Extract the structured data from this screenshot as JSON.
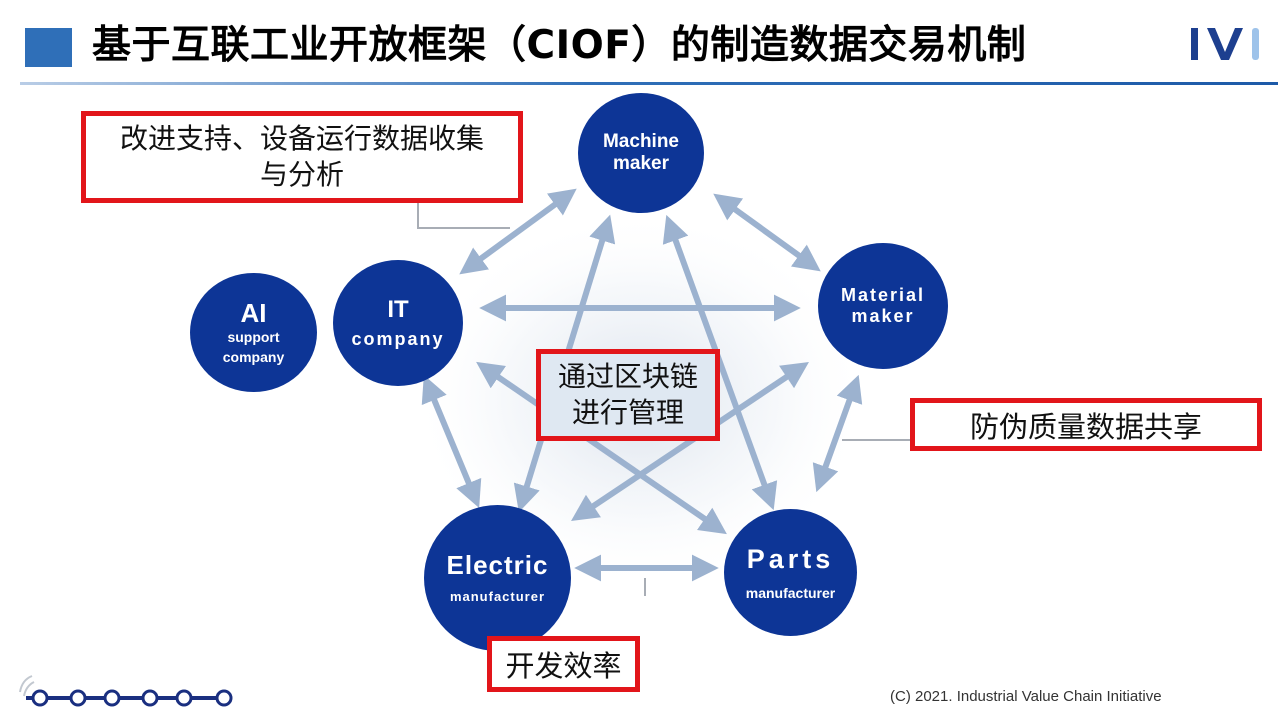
{
  "header": {
    "title": "基于互联工业开放框架（CIOF）的制造数据交易机制",
    "logo_text": "IVI",
    "accent_color": "#2f6fb8"
  },
  "nodes": {
    "machine_maker": [
      "Machine",
      "maker"
    ],
    "material_maker": [
      "Material",
      "maker"
    ],
    "parts_manufacturer": [
      "Parts",
      "manufacturer"
    ],
    "electric_manufacturer": [
      "Electric",
      "manufacturer"
    ],
    "it_company": [
      "IT",
      "company"
    ],
    "ai_support_company": [
      "AI",
      "support",
      "company"
    ],
    "node_color": "#0d3596"
  },
  "callouts": {
    "top_left": [
      "改进支持、设备运行数据收集",
      "与分析"
    ],
    "center": [
      "通过区块链",
      "进行管理"
    ],
    "right": "防伪质量数据共享",
    "bottom": "开发效率",
    "border_color": "#e2151a"
  },
  "footer": {
    "copyright": "(C) 2021. Industrial Value Chain Initiative"
  }
}
